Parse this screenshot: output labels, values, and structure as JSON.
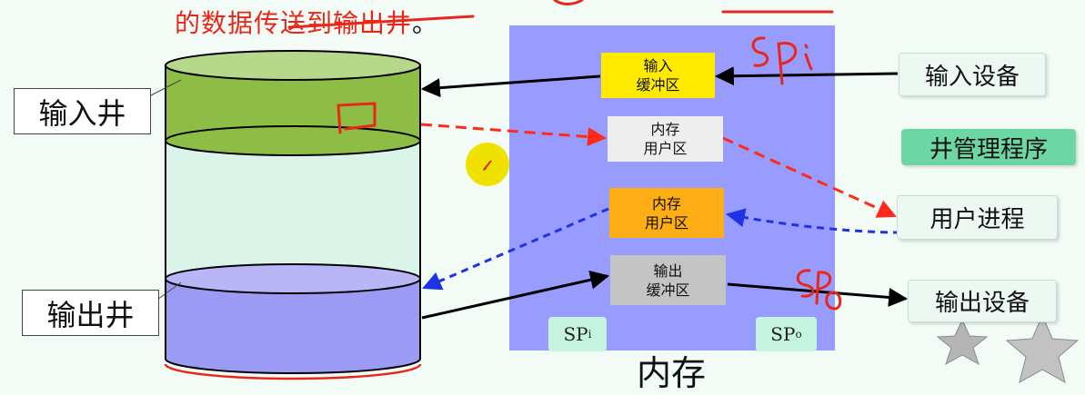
{
  "subtitle": {
    "text": "的数据传送到输出井",
    "end": "。"
  },
  "memory": {
    "label": "内存"
  },
  "buffers": {
    "input": "输入\n缓冲区",
    "user_area_1": "内存\n用户区",
    "user_area_2": "内存\n用户区",
    "output": "输出\n缓冲区"
  },
  "pointers": {
    "sp_in": {
      "base": "SP",
      "sub": "i"
    },
    "sp_out": {
      "base": "SP",
      "sub": "o"
    }
  },
  "right_boxes": {
    "input_device": "输入设备",
    "well_manager": "井管理程序",
    "user_process": "用户进程",
    "output_device": "输出设备"
  },
  "wells": {
    "input": "输入井",
    "output": "输出井"
  },
  "colors": {
    "memory": "#999cff",
    "input_well": "#8ebd45",
    "output_well": "#9b9bf5",
    "middle": "#dbf4ea",
    "input_buffer": "#ffea00",
    "user_area_2": "#ffad14",
    "annotation_red": "#e8271a",
    "red_arrow": "#ff2a1a",
    "blue_arrow": "#1f33e6"
  }
}
